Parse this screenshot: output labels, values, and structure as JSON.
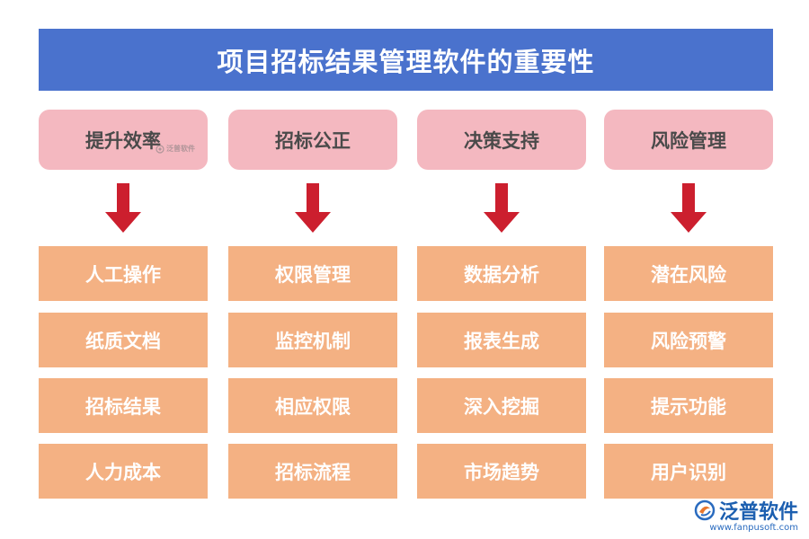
{
  "title": "项目招标结果管理软件的重要性",
  "colors": {
    "title_bg": "#4a72cd",
    "header_bg": "#f4b8c0",
    "arrow": "#cc1f2e",
    "item_bg": "#f4b183"
  },
  "columns": [
    {
      "header": "提升效率",
      "items": [
        "人工操作",
        "纸质文档",
        "招标结果",
        "人力成本"
      ]
    },
    {
      "header": "招标公正",
      "items": [
        "权限管理",
        "监控机制",
        "相应权限",
        "招标流程"
      ]
    },
    {
      "header": "决策支持",
      "items": [
        "数据分析",
        "报表生成",
        "深入挖掘",
        "市场趋势"
      ]
    },
    {
      "header": "风险管理",
      "items": [
        "潜在风险",
        "风险预警",
        "提示功能",
        "用户识别"
      ]
    }
  ],
  "watermark": {
    "small_text": "泛普软件",
    "icon": "fanpu-logo-icon"
  },
  "logo": {
    "text": "泛普软件",
    "url": "www.fanpusoft.com",
    "icon": "fanpu-logo-icon"
  }
}
